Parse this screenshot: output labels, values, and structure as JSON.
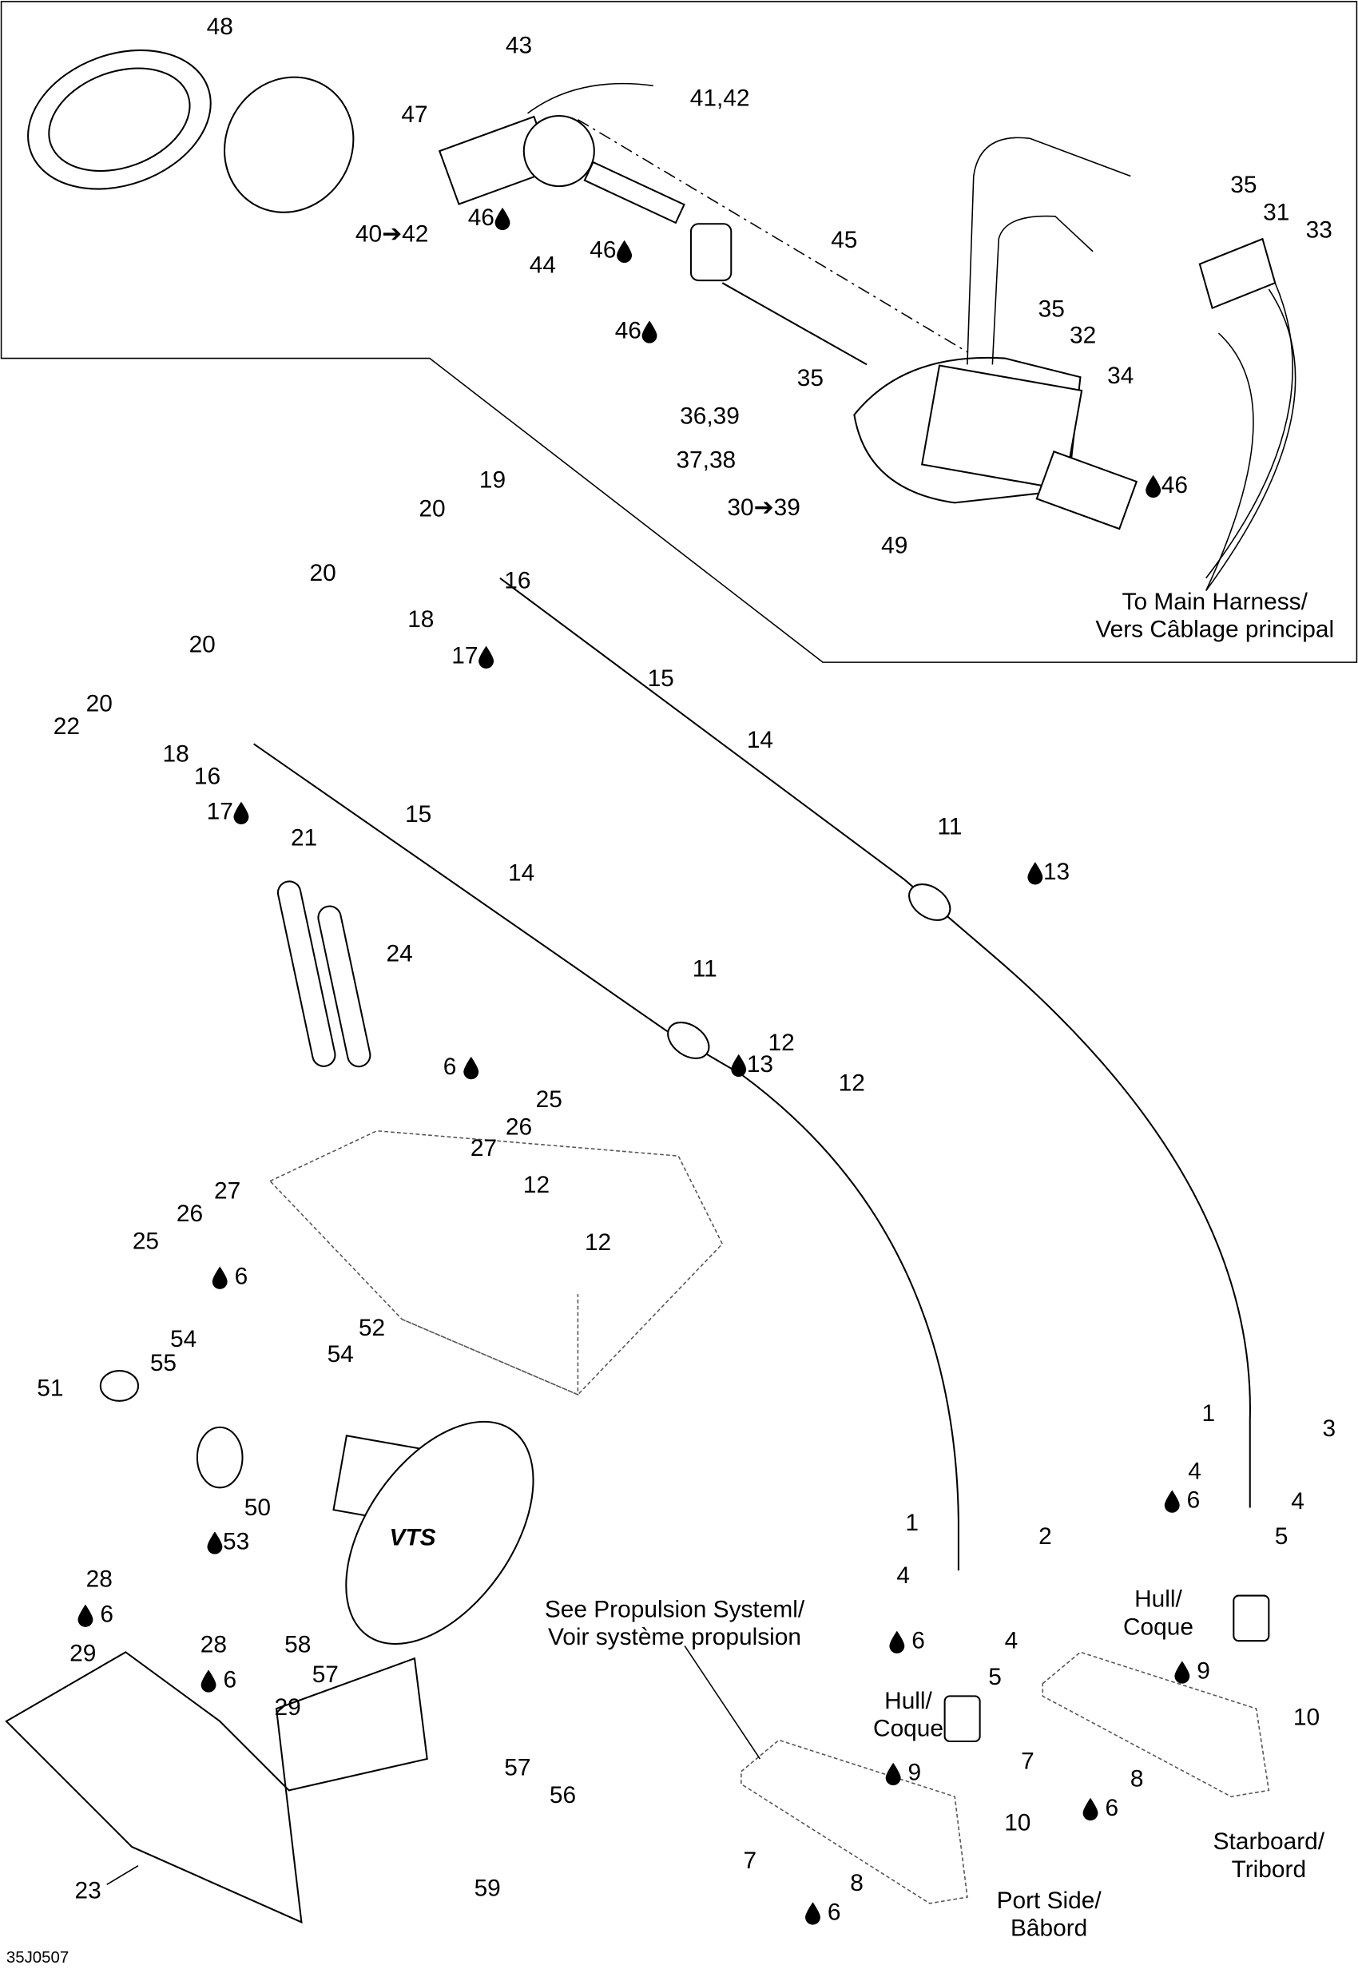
{
  "diagram": {
    "drawing_code": "35J0507",
    "callouts": [
      {
        "text": "48"
      },
      {
        "text": "47"
      },
      {
        "text": "43"
      },
      {
        "text": "41,42"
      },
      {
        "text": "40➔42"
      },
      {
        "text": "46",
        "drop": "after"
      },
      {
        "text": "44"
      },
      {
        "text": "46",
        "drop": "after"
      },
      {
        "text": "45"
      },
      {
        "text": "46",
        "drop": "after"
      },
      {
        "text": "35"
      },
      {
        "text": "31"
      },
      {
        "text": "33"
      },
      {
        "text": "35"
      },
      {
        "text": "32"
      },
      {
        "text": "34"
      },
      {
        "text": "35"
      },
      {
        "text": "36,39"
      },
      {
        "text": "37,38"
      },
      {
        "text": "30➔39"
      },
      {
        "text": "49"
      },
      {
        "text": "46",
        "drop": "before"
      },
      {
        "text": "19"
      },
      {
        "text": "20"
      },
      {
        "text": "20"
      },
      {
        "text": "16"
      },
      {
        "text": "18"
      },
      {
        "text": "17",
        "drop": "after"
      },
      {
        "text": "15"
      },
      {
        "text": "20"
      },
      {
        "text": "20"
      },
      {
        "text": "22"
      },
      {
        "text": "18"
      },
      {
        "text": "16"
      },
      {
        "text": "17",
        "drop": "after"
      },
      {
        "text": "14"
      },
      {
        "text": "15"
      },
      {
        "text": "11"
      },
      {
        "text": "13",
        "drop": "before"
      },
      {
        "text": "21"
      },
      {
        "text": "14"
      },
      {
        "text": "24"
      },
      {
        "text": "11"
      },
      {
        "text": "13",
        "drop": "before"
      },
      {
        "text": "12"
      },
      {
        "text": "12"
      },
      {
        "text": "6",
        "drop": "after"
      },
      {
        "text": "25"
      },
      {
        "text": "26"
      },
      {
        "text": "27"
      },
      {
        "text": "12"
      },
      {
        "text": "27"
      },
      {
        "text": "26"
      },
      {
        "text": "25"
      },
      {
        "text": "6",
        "drop": "before"
      },
      {
        "text": "12"
      },
      {
        "text": "52"
      },
      {
        "text": "54"
      },
      {
        "text": "54"
      },
      {
        "text": "55"
      },
      {
        "text": "51"
      },
      {
        "text": "50"
      },
      {
        "text": "53",
        "drop": "before"
      },
      {
        "text": "28"
      },
      {
        "text": "6",
        "drop": "before"
      },
      {
        "text": "29"
      },
      {
        "text": "28"
      },
      {
        "text": "6",
        "drop": "before"
      },
      {
        "text": "58"
      },
      {
        "text": "57"
      },
      {
        "text": "29"
      },
      {
        "text": "57"
      },
      {
        "text": "56"
      },
      {
        "text": "23"
      },
      {
        "text": "59"
      },
      {
        "text": "1"
      },
      {
        "text": "2"
      },
      {
        "text": "4"
      },
      {
        "text": "4"
      },
      {
        "text": "6",
        "drop": "before"
      },
      {
        "text": "5"
      },
      {
        "text": "9",
        "drop": "before"
      },
      {
        "text": "10"
      },
      {
        "text": "7"
      },
      {
        "text": "8"
      },
      {
        "text": "6",
        "drop": "before"
      },
      {
        "text": "1"
      },
      {
        "text": "3"
      },
      {
        "text": "4"
      },
      {
        "text": "4"
      },
      {
        "text": "6",
        "drop": "before"
      },
      {
        "text": "5"
      },
      {
        "text": "9",
        "drop": "before"
      },
      {
        "text": "10"
      },
      {
        "text": "7"
      },
      {
        "text": "8"
      },
      {
        "text": "6",
        "drop": "before"
      }
    ],
    "notes": {
      "main_harness": [
        "To Main Harness/",
        "Vers Câblage principal"
      ],
      "propulsion": [
        "See Propulsion Systeml/",
        "Voir système propulsion"
      ],
      "hull_port": [
        "Hull/",
        "Coque"
      ],
      "hull_starboard": [
        "Hull/",
        "Coque"
      ],
      "port_side": [
        "Port Side/",
        "Bâbord"
      ],
      "starboard": [
        "Starboard/",
        "Tribord"
      ]
    },
    "steering_cover_logo": "VTS",
    "icons": {
      "drop": "oil-drop-icon",
      "arrow": "arrow-right-icon"
    }
  }
}
